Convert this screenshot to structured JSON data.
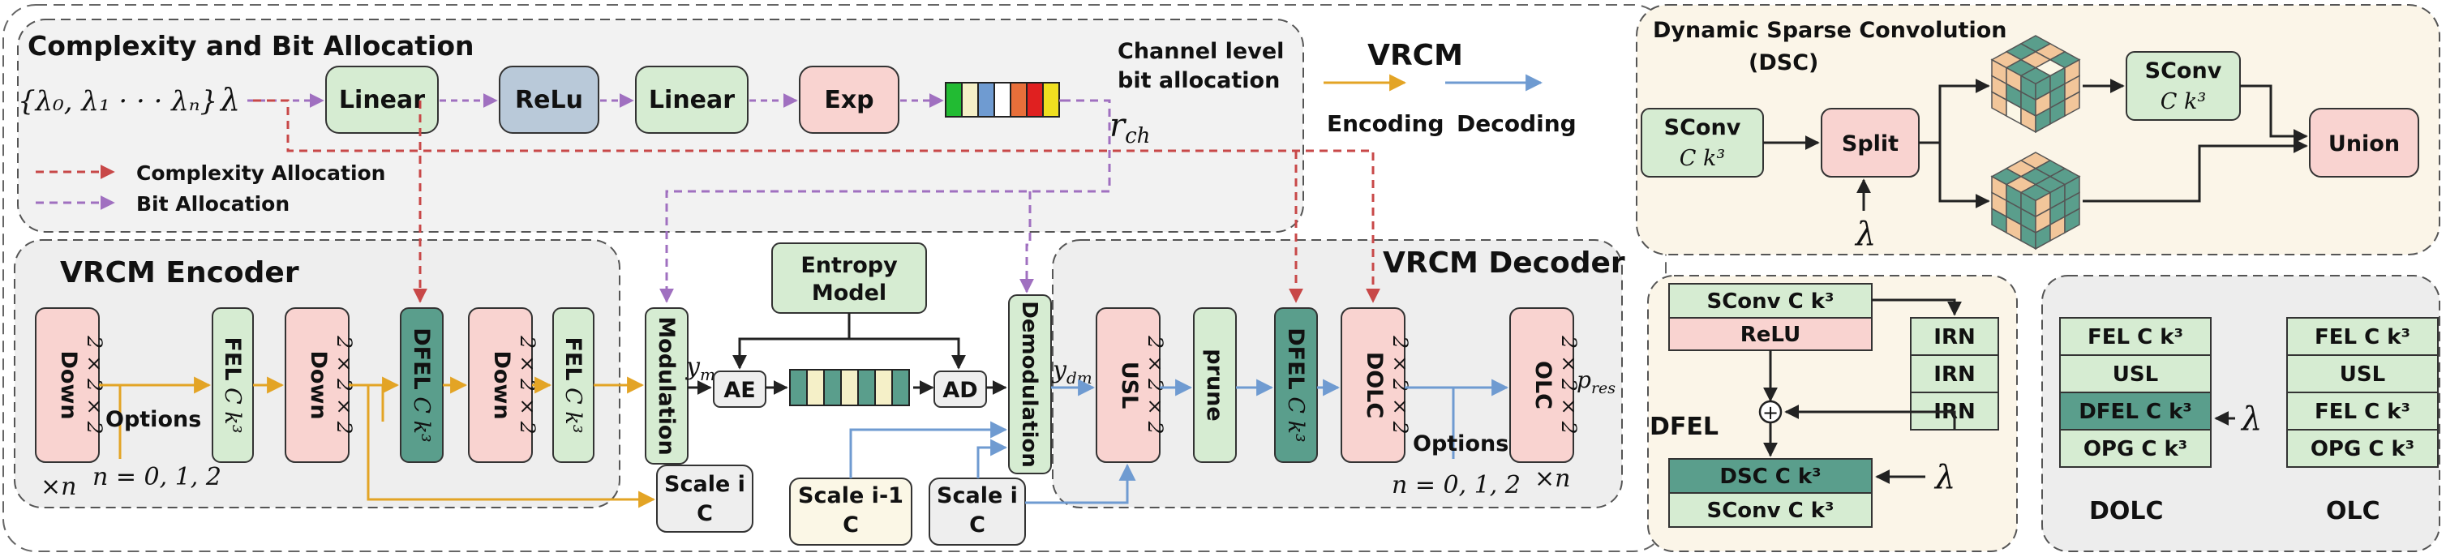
{
  "colors": {
    "encoding": "#e3a425",
    "decoding": "#6f9bd1",
    "complexity": "#c84848",
    "bit": "#a070c0",
    "green": "#d6ecd2",
    "teal": "#5a9e8c",
    "pink": "#f9d3d0",
    "slate": "#b9c9d9",
    "cream": "#fbf7e6",
    "stage_bg": "#eeeeee",
    "panel_bg": "#fbf5e8"
  },
  "top": {
    "title": "Complexity and Bit Allocation",
    "lambda_set": "{λ₀, λ₁ · · · λₙ}",
    "lambda": "λ",
    "linear1": "Linear",
    "relu": "ReLu",
    "linear2": "Linear",
    "exp": "Exp",
    "channel_line1": "Channel level",
    "channel_line2": "bit allocation",
    "r_ch": "r",
    "r_ch_sub": "ch",
    "legend_complexity": "Complexity Allocation",
    "legend_bit": "Bit Allocation",
    "bar_colors": [
      "#22bb33",
      "#f5f0c8",
      "#6f9bd1",
      "#ffffff",
      "#e86f3a",
      "#e02020",
      "#f0e020"
    ]
  },
  "vrcm": {
    "title": "VRCM",
    "encoding": "Encoding",
    "decoding": "Decoding"
  },
  "encoder": {
    "title": "VRCM Encoder",
    "down": "Down",
    "kernel": "2 × 2 × 2",
    "fel": "FEL",
    "dfel": "DFEL",
    "ck3": "C k³",
    "options": "Options",
    "times_n": "×n",
    "n_vals": "n = 0, 1, 2",
    "modulation": "Modulation",
    "y_m": "y",
    "y_m_sub": "m"
  },
  "entropy": {
    "model_line1": "Entropy",
    "model_line2": "Model",
    "ae": "AE",
    "ad": "AD",
    "demodulation": "Demodulation",
    "y_dm": "y",
    "y_dm_sub": "dm",
    "scale_i": "Scale i",
    "scale_i1": "Scale i-1",
    "c": "C",
    "bar_colors": [
      "#5a9e8c",
      "#f5f0c8",
      "#5a9e8c",
      "#f5f0c8",
      "#5a9e8c",
      "#f5f0c8",
      "#5a9e8c"
    ]
  },
  "decoder": {
    "title": "VRCM Decoder",
    "usl": "USL",
    "prune": "prune",
    "dfel": "DFEL",
    "dolc": "DOLC",
    "olc": "OLC",
    "kernel": "2 × 2 × 2",
    "ck3": "C k³",
    "options": "Options",
    "times_n": "×n",
    "n_vals": "n = 0, 1, 2",
    "p_res": "p",
    "p_res_sub": "res"
  },
  "dsc": {
    "title": "Dynamic Sparse Convolution",
    "abbr": "(DSC)",
    "sconv": "SConv",
    "ck3": "C  k³",
    "split": "Split",
    "union": "Union",
    "lambda": "λ"
  },
  "dfel_panel": {
    "sconv": "SConv C k³",
    "relu": "ReLU",
    "irn": "IRN",
    "label": "DFEL",
    "plus": "+",
    "dsc": "DSC C  k³",
    "lambda": "λ"
  },
  "olc_panel": {
    "dolc_rows": [
      "FEL C  k³",
      "USL",
      "DFEL C k³",
      "OPG C  k³"
    ],
    "olc_rows": [
      "FEL C  k³",
      "USL",
      "FEL C  k³",
      "OPG C  k³"
    ],
    "dolc_label": "DOLC",
    "olc_label": "OLC",
    "lambda": "λ"
  }
}
